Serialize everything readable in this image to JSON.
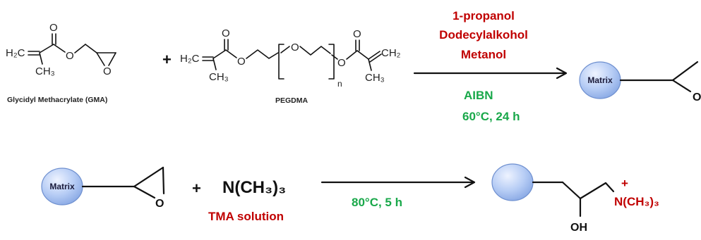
{
  "colors": {
    "solvent_red": "#c00000",
    "condition_green": "#19a84a",
    "bead_fill": "#a9c4f2",
    "bead_stroke": "#6e8fcf"
  },
  "reaction1": {
    "gma": {
      "caption": "Glycidyl Methacrylate (GMA)",
      "h2c": "H₂C",
      "ch3": "CH₃",
      "o": "O"
    },
    "plus": "+",
    "pegdma": {
      "caption": "PEGDMA",
      "h2c": "H₂C",
      "ch2": "CH₂",
      "ch3": "CH₃",
      "o": "O",
      "n": "n"
    },
    "solvents": [
      "1-propanol",
      "Dodecylalkohol",
      "Metanol"
    ],
    "initiator": "AIBN",
    "conditions": "60°C, 24 h",
    "product": {
      "bead_label": "Matrix",
      "epoxide_o": "O"
    }
  },
  "reaction2": {
    "reactant": {
      "bead_label": "Matrix",
      "epoxide_o": "O"
    },
    "plus": "+",
    "reagent": "N(CH₃)₃",
    "reagent_name": "TMA solution",
    "conditions": "80°C, 5 h",
    "product": {
      "oh": "OH",
      "charge": "+",
      "ammonium": "N(CH₃)₃"
    }
  }
}
